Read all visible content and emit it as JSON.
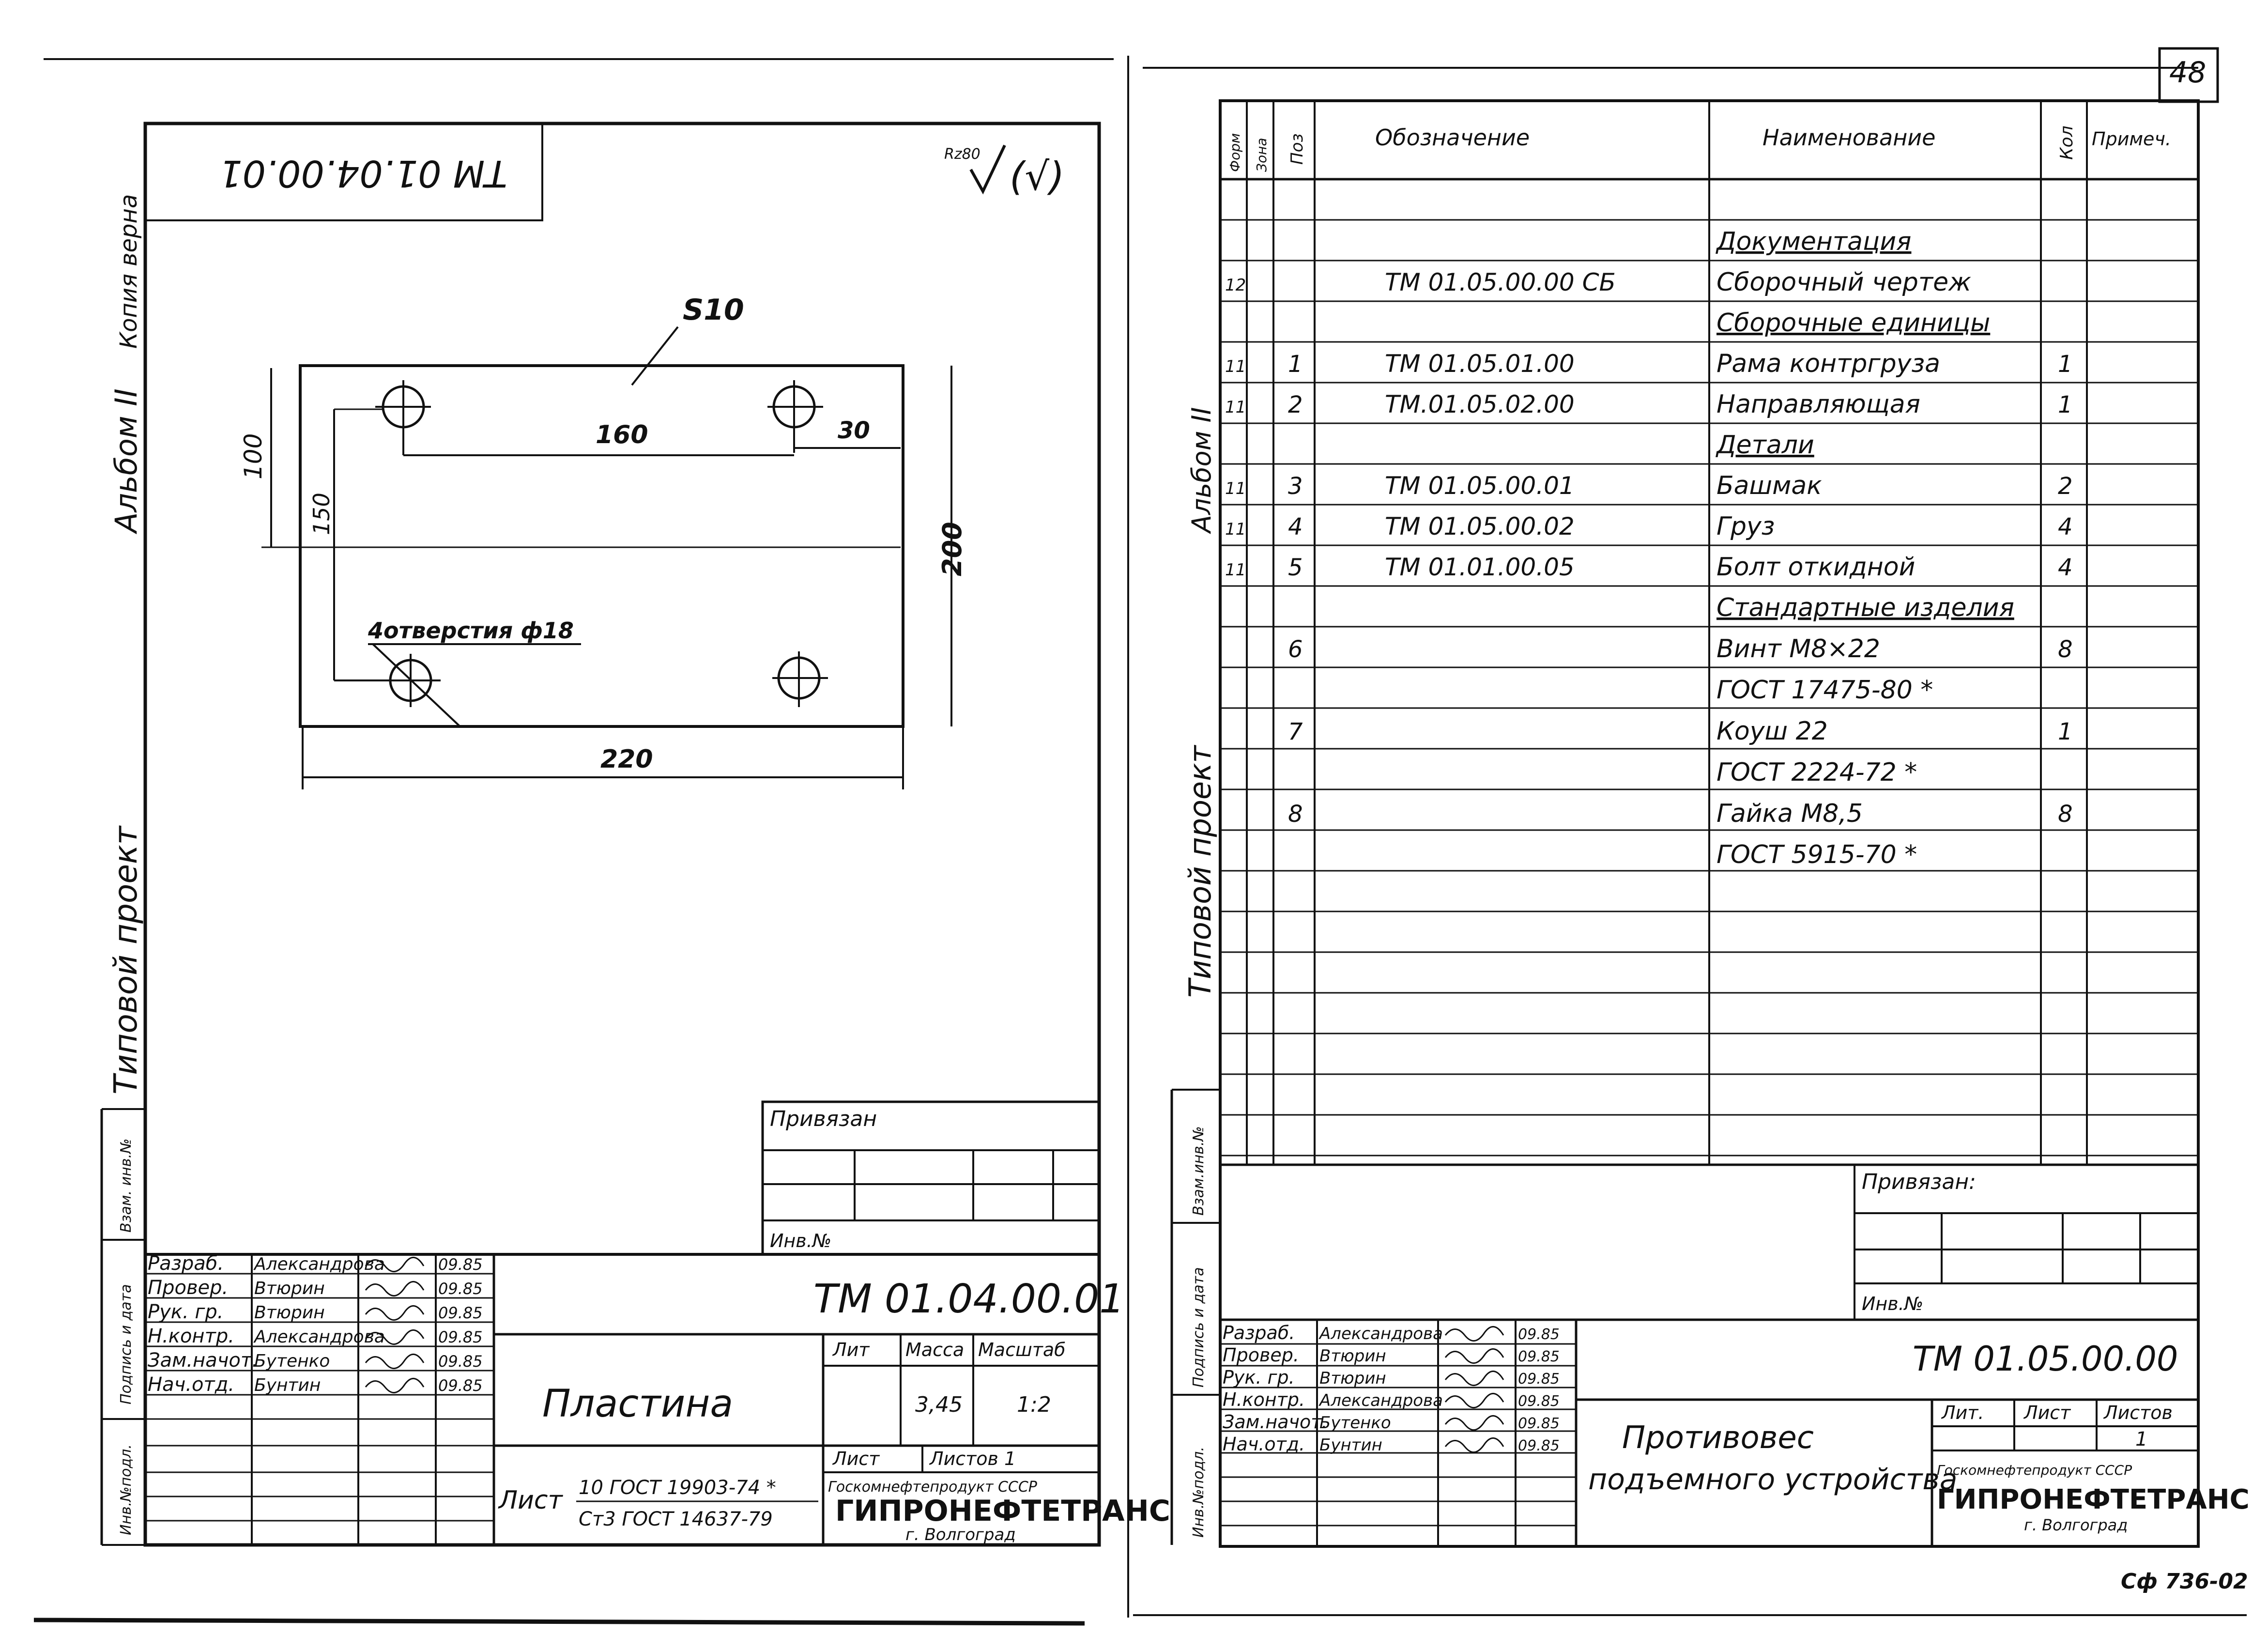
{
  "left_sheet": {
    "top_designation": "TM 01.04.00.01",
    "roughness": "Rz80",
    "roughness_rest": "(√)",
    "side_album": "Альбом II",
    "side_copy": "Копия верна",
    "side_type": "Типовой проект",
    "side_labels": [
      "Инв.№подл.",
      "Подпись и дата",
      "Взам. инв.№"
    ],
    "dims": {
      "thickness": "S10",
      "d100": "100",
      "d150": "150",
      "d160": "160",
      "d30": "30",
      "d200": "200",
      "d220": "220",
      "holes": "4отверстия ф18"
    },
    "privyazan": "Привязан",
    "inv_no": "Инв.№",
    "stamp": {
      "designation": "TM 01.04.00.01",
      "roles": [
        "Разраб.",
        "Провер.",
        "Рук. гр.",
        "Н.контр.",
        "Зам.начот.",
        "Нач.отд."
      ],
      "names": [
        "Александрова",
        "Втюрин",
        "Втюрин",
        "Александрова",
        "Бутенко",
        "Бунтин"
      ],
      "dates": [
        "09.85",
        "09.85",
        "09.85",
        "09.85",
        "09.85",
        "09.85"
      ],
      "name": "Пластина",
      "lit": "Лит",
      "mass": "Масса",
      "scale": "Масштаб",
      "mass_value": "3,45",
      "scale_value": "1:2",
      "sheet": "Лист",
      "sheets": "Листов 1",
      "material_prefix": "Лист",
      "material_top": "10 ГОСТ 19903-74 *",
      "material_bottom": "Ст3 ГОСТ 14637-79",
      "org_top": "Госкомнефтепродукт СССР",
      "org_main": "ГИПРОНЕФТЕТРАНС",
      "org_city": "г. Волгоград"
    }
  },
  "right_sheet": {
    "page_number": "48",
    "side_album": "Альбом II",
    "side_type": "Типовой проект",
    "side_labels": [
      "Инв.№подл.",
      "Подпись и дата",
      "Взам.инв.№"
    ],
    "headers": [
      "Форм",
      "Зона",
      "Поз",
      "Обозначение",
      "Наименование",
      "Кол",
      "Примеч."
    ],
    "rows": [
      {
        "form": "",
        "pos": "",
        "designation": "",
        "name": "Документация",
        "qty": "",
        "section": true
      },
      {
        "form": "12",
        "pos": "",
        "designation": "TM 01.05.00.00 СБ",
        "name": "Сборочный чертеж",
        "qty": ""
      },
      {
        "form": "",
        "pos": "",
        "designation": "",
        "name": "Сборочные единицы",
        "qty": "",
        "section": true
      },
      {
        "form": "11",
        "pos": "1",
        "designation": "TM 01.05.01.00",
        "name": "Рама контргруза",
        "qty": "1"
      },
      {
        "form": "11",
        "pos": "2",
        "designation": "TM.01.05.02.00",
        "name": "Направляющая",
        "qty": "1"
      },
      {
        "form": "",
        "pos": "",
        "designation": "",
        "name": "Детали",
        "qty": "",
        "section": true
      },
      {
        "form": "11",
        "pos": "3",
        "designation": "TM 01.05.00.01",
        "name": "Башмак",
        "qty": "2"
      },
      {
        "form": "11",
        "pos": "4",
        "designation": "TM 01.05.00.02",
        "name": "Груз",
        "qty": "4"
      },
      {
        "form": "11",
        "pos": "5",
        "designation": "TM 01.01.00.05",
        "name": "Болт откидной",
        "qty": "4"
      },
      {
        "form": "",
        "pos": "",
        "designation": "",
        "name": "Стандартные изделия",
        "qty": "",
        "section": true
      },
      {
        "form": "",
        "pos": "6",
        "designation": "",
        "name": "Винт M8×22",
        "qty": "8"
      },
      {
        "form": "",
        "pos": "",
        "designation": "",
        "name": "ГОСТ 17475-80 *",
        "qty": ""
      },
      {
        "form": "",
        "pos": "7",
        "designation": "",
        "name": "Коуш 22",
        "qty": "1"
      },
      {
        "form": "",
        "pos": "",
        "designation": "",
        "name": "ГОСТ 2224-72 *",
        "qty": ""
      },
      {
        "form": "",
        "pos": "8",
        "designation": "",
        "name": "Гайка M8,5",
        "qty": "8"
      },
      {
        "form": "",
        "pos": "",
        "designation": "",
        "name": "ГОСТ 5915-70 *",
        "qty": ""
      }
    ],
    "privyazan": "Привязан:",
    "inv_no": "Инв.№",
    "stamp": {
      "designation": "TM 01.05.00.00",
      "roles": [
        "Разраб.",
        "Провер.",
        "Рук. гр.",
        "Н.контр.",
        "Зам.начот.",
        "Нач.отд."
      ],
      "names": [
        "Александрова",
        "Втюрин",
        "Втюрин",
        "Александрова",
        "Бутенко",
        "Бунтин"
      ],
      "dates": [
        "09.85",
        "09.85",
        "09.85",
        "09.85",
        "09.85",
        "09.85"
      ],
      "name_line1": "Противовес",
      "name_line2": "подъемного устройства",
      "lit": "Лит.",
      "sheet": "Лист",
      "sheets": "Листов",
      "sheets_value": "1",
      "org_top": "Госкомнефтепродукт СССР",
      "org_main": "ГИПРОНЕФТЕТРАНС",
      "org_city": "г. Волгоград"
    },
    "footer_code": "Сф 736-02"
  }
}
